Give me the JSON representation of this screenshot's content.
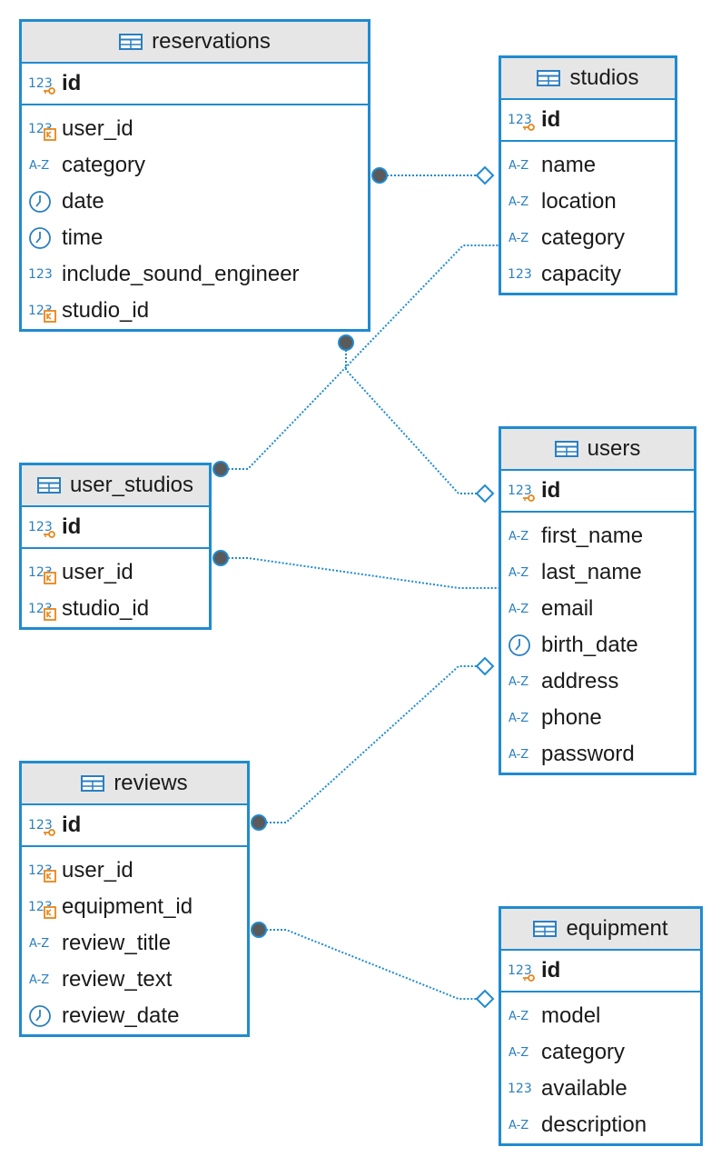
{
  "entities": [
    {
      "id": "reservations",
      "name": "reservations",
      "pk": {
        "name": "id",
        "type": "num-pk"
      },
      "columns": [
        {
          "name": "user_id",
          "type": "num-fk"
        },
        {
          "name": "category",
          "type": "text"
        },
        {
          "name": "date",
          "type": "datetime"
        },
        {
          "name": "time",
          "type": "datetime"
        },
        {
          "name": "include_sound_engineer",
          "type": "num"
        },
        {
          "name": "studio_id",
          "type": "num-fk"
        }
      ]
    },
    {
      "id": "studios",
      "name": "studios",
      "pk": {
        "name": "id",
        "type": "num-pk"
      },
      "columns": [
        {
          "name": "name",
          "type": "text"
        },
        {
          "name": "location",
          "type": "text"
        },
        {
          "name": "category",
          "type": "text"
        },
        {
          "name": "capacity",
          "type": "num"
        }
      ]
    },
    {
      "id": "user_studios",
      "name": "user_studios",
      "pk": {
        "name": "id",
        "type": "num-pk"
      },
      "columns": [
        {
          "name": "user_id",
          "type": "num-fk"
        },
        {
          "name": "studio_id",
          "type": "num-fk"
        }
      ]
    },
    {
      "id": "users",
      "name": "users",
      "pk": {
        "name": "id",
        "type": "num-pk"
      },
      "columns": [
        {
          "name": "first_name",
          "type": "text"
        },
        {
          "name": "last_name",
          "type": "text"
        },
        {
          "name": "email",
          "type": "text"
        },
        {
          "name": "birth_date",
          "type": "datetime"
        },
        {
          "name": "address",
          "type": "text"
        },
        {
          "name": "phone",
          "type": "text"
        },
        {
          "name": "password",
          "type": "text"
        }
      ]
    },
    {
      "id": "reviews",
      "name": "reviews",
      "pk": {
        "name": "id",
        "type": "num-pk"
      },
      "columns": [
        {
          "name": "user_id",
          "type": "num-fk"
        },
        {
          "name": "equipment_id",
          "type": "num-fk"
        },
        {
          "name": "review_title",
          "type": "text"
        },
        {
          "name": "review_text",
          "type": "text"
        },
        {
          "name": "review_date",
          "type": "datetime"
        }
      ]
    },
    {
      "id": "equipment",
      "name": "equipment",
      "pk": {
        "name": "id",
        "type": "num-pk"
      },
      "columns": [
        {
          "name": "model",
          "type": "text"
        },
        {
          "name": "category",
          "type": "text"
        },
        {
          "name": "available",
          "type": "num"
        },
        {
          "name": "description",
          "type": "text"
        }
      ]
    }
  ],
  "relationships": [
    {
      "from": "reservations",
      "to": "studios"
    },
    {
      "from": "reservations",
      "to": "users"
    },
    {
      "from": "user_studios",
      "to": "studios"
    },
    {
      "from": "user_studios",
      "to": "users"
    },
    {
      "from": "reviews",
      "to": "users"
    },
    {
      "from": "reviews",
      "to": "equipment"
    }
  ],
  "colors": {
    "border": "#1f8bd0",
    "header_bg": "#e6e6e6",
    "icon_blue": "#2a7fc0",
    "key_orange": "#e8861a",
    "dot_fill": "#5a5a5a"
  }
}
